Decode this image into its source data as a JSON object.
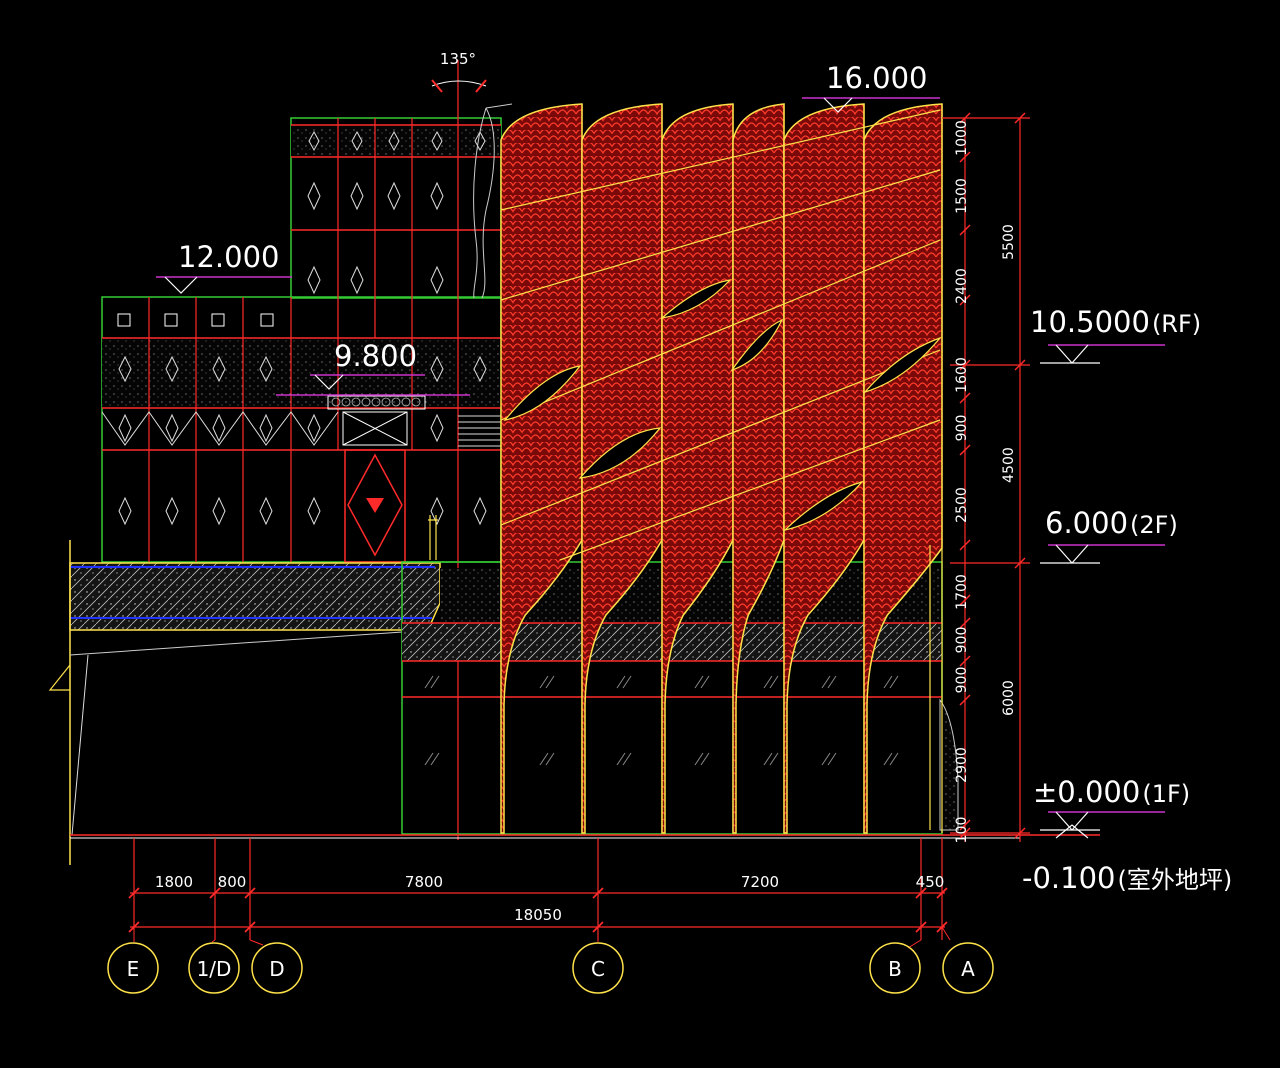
{
  "drawing": {
    "angle_note": "135°",
    "elevations": [
      {
        "value": "16.000",
        "note": ""
      },
      {
        "value": "12.000",
        "note": ""
      },
      {
        "value": "9.800",
        "note": ""
      },
      {
        "value": "10.5000",
        "note": "(RF)"
      },
      {
        "value": "6.000",
        "note": "(2F)"
      },
      {
        "value": "±0.000",
        "note": "(1F)"
      },
      {
        "value": "-0.100",
        "note": "(室外地坪)"
      }
    ],
    "horizontal_dimensions": [
      "1800",
      "800",
      "7800",
      "7200",
      "450",
      "18050"
    ],
    "vertical_dimensions_inner": [
      "1000",
      "1500",
      "2400",
      "1600",
      "900",
      "2500",
      "1700",
      "900",
      "900",
      "2900",
      "100"
    ],
    "vertical_dimensions_outer": [
      "5500",
      "4500",
      "6000"
    ],
    "axes": [
      "E",
      "1/D",
      "D",
      "C",
      "B",
      "A"
    ],
    "colors": {
      "background": "#000000",
      "structure_red": "#ff2a2a",
      "outline_green": "#33cc33",
      "facade_yellow": "#ffe24a",
      "level_magenta": "#cc33cc",
      "slab_blue": "#2233ff",
      "text_white": "#ffffff"
    }
  }
}
